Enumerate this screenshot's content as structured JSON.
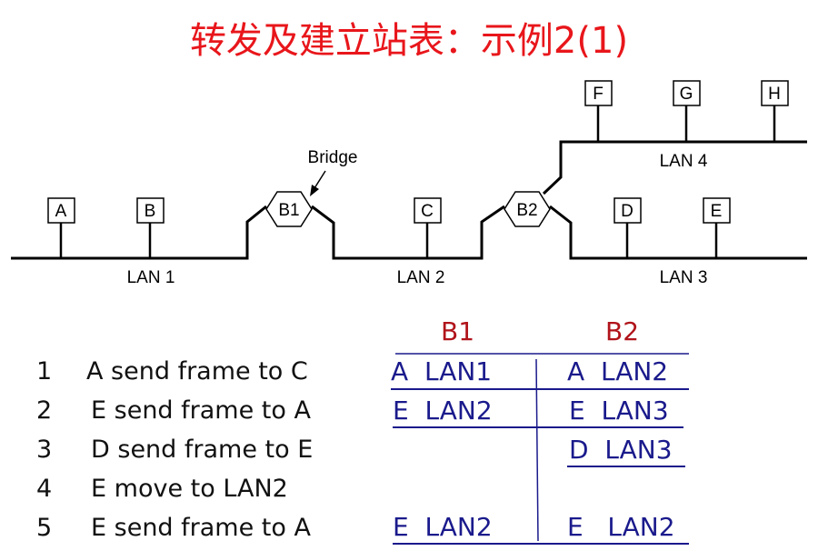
{
  "title": "转发及建立站表：示例2(1)",
  "diagram": {
    "stations": [
      "A",
      "B",
      "C",
      "D",
      "E",
      "F",
      "G",
      "H"
    ],
    "bridges": [
      "B1",
      "B2"
    ],
    "lans": [
      "LAN 1",
      "LAN 2",
      "LAN 3",
      "LAN 4"
    ],
    "bridge_label": "Bridge"
  },
  "steps": [
    {
      "num": "1",
      "text": "A send frame to C"
    },
    {
      "num": "2",
      "text": "E send frame to A"
    },
    {
      "num": "3",
      "text": "D send frame to E"
    },
    {
      "num": "4",
      "text": "E move to LAN2"
    },
    {
      "num": "5",
      "text": "E send frame to A"
    }
  ],
  "table": {
    "headers": [
      "B1",
      "B2"
    ],
    "rows": [
      {
        "b1": "A  LAN1",
        "b2": "A  LAN2"
      },
      {
        "b1": "E  LAN2",
        "b2": "E  LAN3"
      },
      {
        "b1": "",
        "b2": "D  LAN3"
      },
      {
        "b1": "",
        "b2": ""
      },
      {
        "b1": "E  LAN2",
        "b2": "E   LAN2"
      }
    ]
  },
  "colors": {
    "title": "#e8161b",
    "header": "#b0141a",
    "table_text": "#1a1a8c"
  }
}
